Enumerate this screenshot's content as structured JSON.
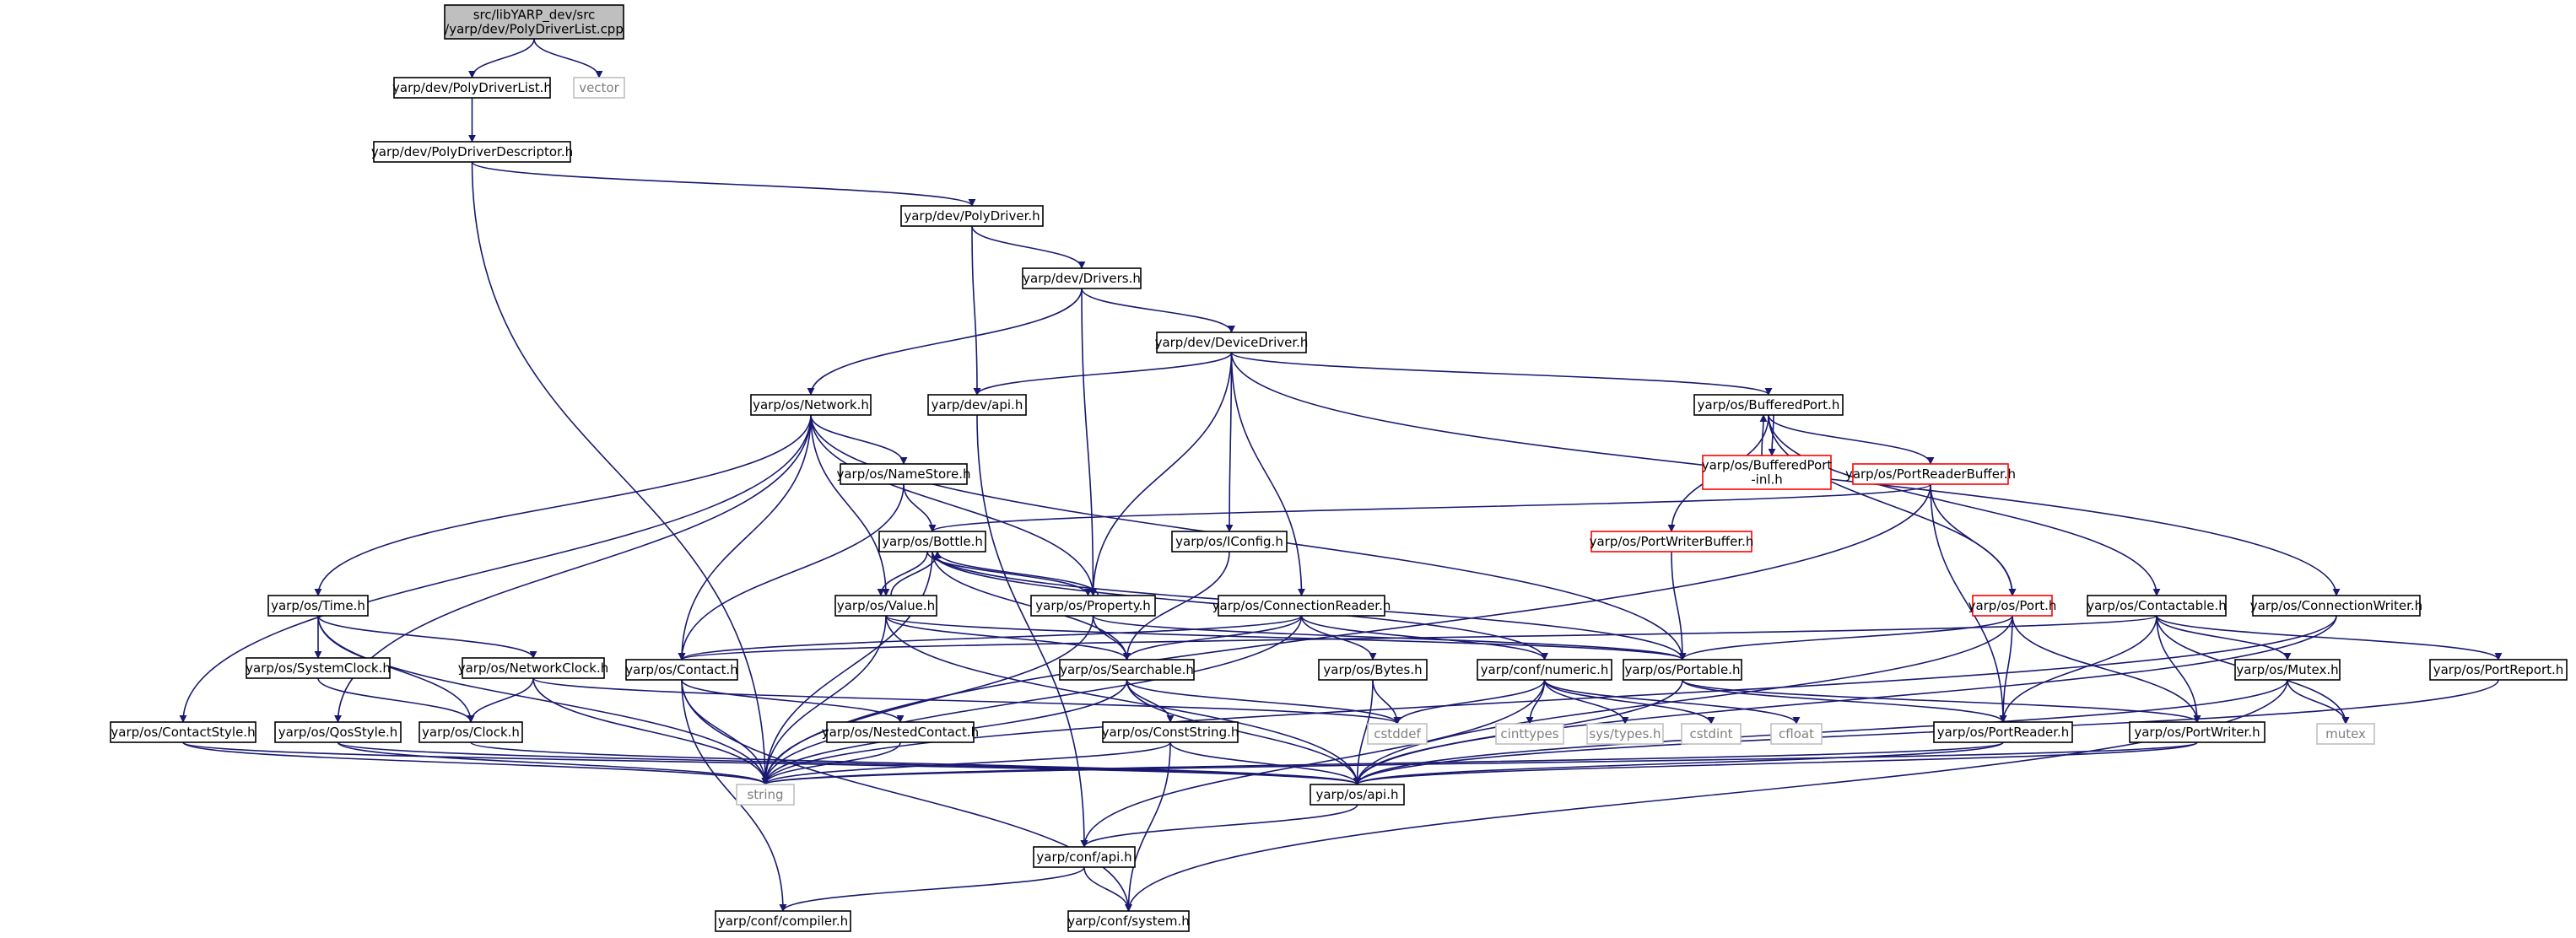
{
  "colors": {
    "edge": "#191970",
    "normal_border": "#000000",
    "root_fill": "#bfbfbf",
    "truncated_border": "#ff0000",
    "system_border": "#bfbfbf",
    "system_text": "#7f7f7f",
    "text": "#000000"
  },
  "nodes": [
    {
      "id": "root",
      "label": "src/libYARP_dev/src\n/yarp/dev/PolyDriverList.cpp",
      "kind": "root"
    },
    {
      "id": "pdl",
      "label": "yarp/dev/PolyDriverList.h",
      "kind": "normal"
    },
    {
      "id": "vector",
      "label": "vector",
      "kind": "system"
    },
    {
      "id": "pdd",
      "label": "yarp/dev/PolyDriverDescriptor.h",
      "kind": "normal"
    },
    {
      "id": "pd",
      "label": "yarp/dev/PolyDriver.h",
      "kind": "normal"
    },
    {
      "id": "drv",
      "label": "yarp/dev/Drivers.h",
      "kind": "normal"
    },
    {
      "id": "dd",
      "label": "yarp/dev/DeviceDriver.h",
      "kind": "normal"
    },
    {
      "id": "net",
      "label": "yarp/os/Network.h",
      "kind": "normal"
    },
    {
      "id": "devapi",
      "label": "yarp/dev/api.h",
      "kind": "normal"
    },
    {
      "id": "bport",
      "label": "yarp/os/BufferedPort.h",
      "kind": "normal"
    },
    {
      "id": "bpinl",
      "label": "yarp/os/BufferedPort\n-inl.h",
      "kind": "truncated"
    },
    {
      "id": "prb",
      "label": "yarp/os/PortReaderBuffer.h",
      "kind": "truncated"
    },
    {
      "id": "ns",
      "label": "yarp/os/NameStore.h",
      "kind": "normal"
    },
    {
      "id": "pwb",
      "label": "yarp/os/PortWriterBuffer.h",
      "kind": "truncated"
    },
    {
      "id": "bottle",
      "label": "yarp/os/Bottle.h",
      "kind": "normal"
    },
    {
      "id": "iconfig",
      "label": "yarp/os/IConfig.h",
      "kind": "normal"
    },
    {
      "id": "time",
      "label": "yarp/os/Time.h",
      "kind": "normal"
    },
    {
      "id": "value",
      "label": "yarp/os/Value.h",
      "kind": "normal"
    },
    {
      "id": "prop",
      "label": "yarp/os/Property.h",
      "kind": "normal"
    },
    {
      "id": "cr",
      "label": "yarp/os/ConnectionReader.h",
      "kind": "normal"
    },
    {
      "id": "port",
      "label": "yarp/os/Port.h",
      "kind": "truncated"
    },
    {
      "id": "contactable",
      "label": "yarp/os/Contactable.h",
      "kind": "normal"
    },
    {
      "id": "cw",
      "label": "yarp/os/ConnectionWriter.h",
      "kind": "normal"
    },
    {
      "id": "sysclock",
      "label": "yarp/os/SystemClock.h",
      "kind": "normal"
    },
    {
      "id": "netclock",
      "label": "yarp/os/NetworkClock.h",
      "kind": "normal"
    },
    {
      "id": "contact",
      "label": "yarp/os/Contact.h",
      "kind": "normal"
    },
    {
      "id": "searchable",
      "label": "yarp/os/Searchable.h",
      "kind": "normal"
    },
    {
      "id": "bytes",
      "label": "yarp/os/Bytes.h",
      "kind": "normal"
    },
    {
      "id": "numeric",
      "label": "yarp/conf/numeric.h",
      "kind": "normal"
    },
    {
      "id": "portable",
      "label": "yarp/os/Portable.h",
      "kind": "normal"
    },
    {
      "id": "mutex",
      "label": "yarp/os/Mutex.h",
      "kind": "normal"
    },
    {
      "id": "portreport",
      "label": "yarp/os/PortReport.h",
      "kind": "normal"
    },
    {
      "id": "cstyle",
      "label": "yarp/os/ContactStyle.h",
      "kind": "normal"
    },
    {
      "id": "qos",
      "label": "yarp/os/QosStyle.h",
      "kind": "normal"
    },
    {
      "id": "clock",
      "label": "yarp/os/Clock.h",
      "kind": "normal"
    },
    {
      "id": "nested",
      "label": "yarp/os/NestedContact.h",
      "kind": "normal"
    },
    {
      "id": "cstring",
      "label": "yarp/os/ConstString.h",
      "kind": "normal"
    },
    {
      "id": "cstddef",
      "label": "cstddef",
      "kind": "system"
    },
    {
      "id": "cinttypes",
      "label": "cinttypes",
      "kind": "system"
    },
    {
      "id": "systypes",
      "label": "sys/types.h",
      "kind": "system"
    },
    {
      "id": "cstdint",
      "label": "cstdint",
      "kind": "system"
    },
    {
      "id": "cfloat",
      "label": "cfloat",
      "kind": "system"
    },
    {
      "id": "preader",
      "label": "yarp/os/PortReader.h",
      "kind": "normal"
    },
    {
      "id": "pwriter",
      "label": "yarp/os/PortWriter.h",
      "kind": "normal"
    },
    {
      "id": "mutexsys",
      "label": "mutex",
      "kind": "system"
    },
    {
      "id": "string",
      "label": "string",
      "kind": "system"
    },
    {
      "id": "osapi",
      "label": "yarp/os/api.h",
      "kind": "normal"
    },
    {
      "id": "confapi",
      "label": "yarp/conf/api.h",
      "kind": "normal"
    },
    {
      "id": "compiler",
      "label": "yarp/conf/compiler.h",
      "kind": "normal"
    },
    {
      "id": "system",
      "label": "yarp/conf/system.h",
      "kind": "normal"
    }
  ]
}
